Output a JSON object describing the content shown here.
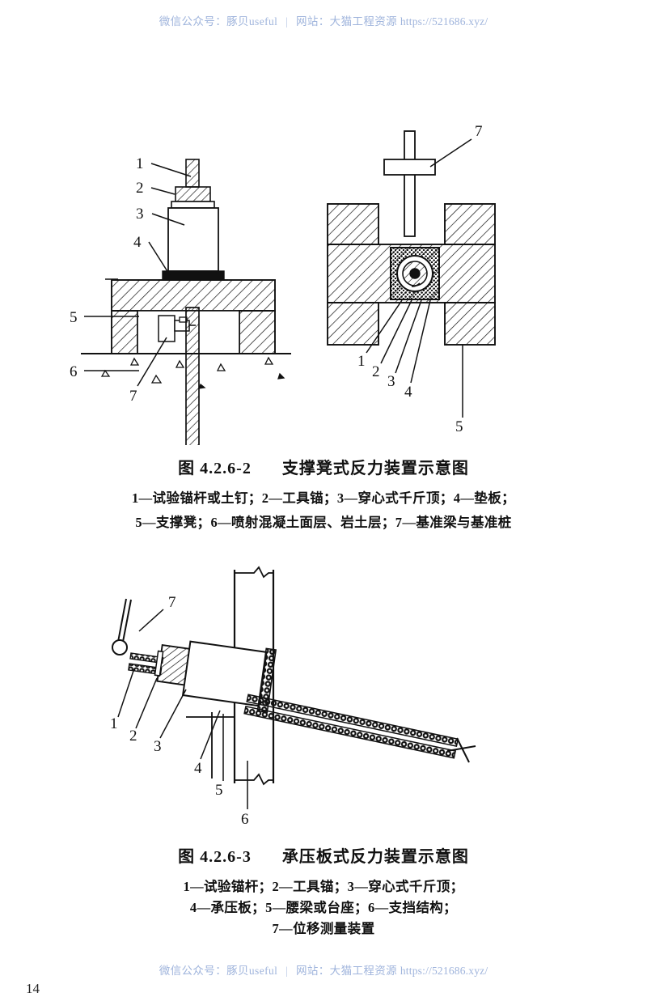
{
  "watermark": {
    "wechat_label": "微信公众号：豚贝useful",
    "separator": "|",
    "site_label": "网站：大猫工程资源",
    "url": "https://521686.xyz/"
  },
  "page_number": "14",
  "figures": [
    {
      "id": "fig-4-2-6-2",
      "number": "图 4.2.6-2",
      "title": "支撑凳式反力装置示意图",
      "caption_full": "图 4.2.6-2　支撑凳式反力装置示意图",
      "legend_lines": [
        "1—试验锚杆或土钉；2—工具锚；3—穿心式千斤顶；4—垫板；",
        "5—支撑凳；6—喷射混凝土面层、岩土层；7—基准梁与基准桩"
      ],
      "legend_items": [
        {
          "num": "1",
          "text": "试验锚杆或土钉"
        },
        {
          "num": "2",
          "text": "工具锚"
        },
        {
          "num": "3",
          "text": "穿心式千斤顶"
        },
        {
          "num": "4",
          "text": "垫板"
        },
        {
          "num": "5",
          "text": "支撑凳"
        },
        {
          "num": "6",
          "text": "喷射混凝土面层、岩土层"
        },
        {
          "num": "7",
          "text": "基准梁与基准桩"
        }
      ],
      "left_view_labels": [
        "1",
        "2",
        "3",
        "4",
        "5",
        "6",
        "7"
      ],
      "right_view_labels": [
        "7",
        "1",
        "2",
        "3",
        "4",
        "5"
      ]
    },
    {
      "id": "fig-4-2-6-3",
      "number": "图 4.2.6-3",
      "title": "承压板式反力装置示意图",
      "caption_full": "图 4.2.6-3　承压板式反力装置示意图",
      "legend_lines": [
        "1—试验锚杆；2—工具锚；3—穿心式千斤顶；",
        "4—承压板；5—腰梁或台座；6—支挡结构；",
        "7—位移测量装置"
      ],
      "legend_items": [
        {
          "num": "1",
          "text": "试验锚杆"
        },
        {
          "num": "2",
          "text": "工具锚"
        },
        {
          "num": "3",
          "text": "穿心式千斤顶"
        },
        {
          "num": "4",
          "text": "承压板"
        },
        {
          "num": "5",
          "text": "腰梁或台座"
        },
        {
          "num": "6",
          "text": "支挡结构"
        },
        {
          "num": "7",
          "text": "位移测量装置"
        }
      ],
      "view_labels": [
        "7",
        "1",
        "2",
        "3",
        "4",
        "5",
        "6"
      ]
    }
  ],
  "colors": {
    "ink": "#111111",
    "watermark": "#9fb4dc",
    "paper": "#ffffff"
  }
}
